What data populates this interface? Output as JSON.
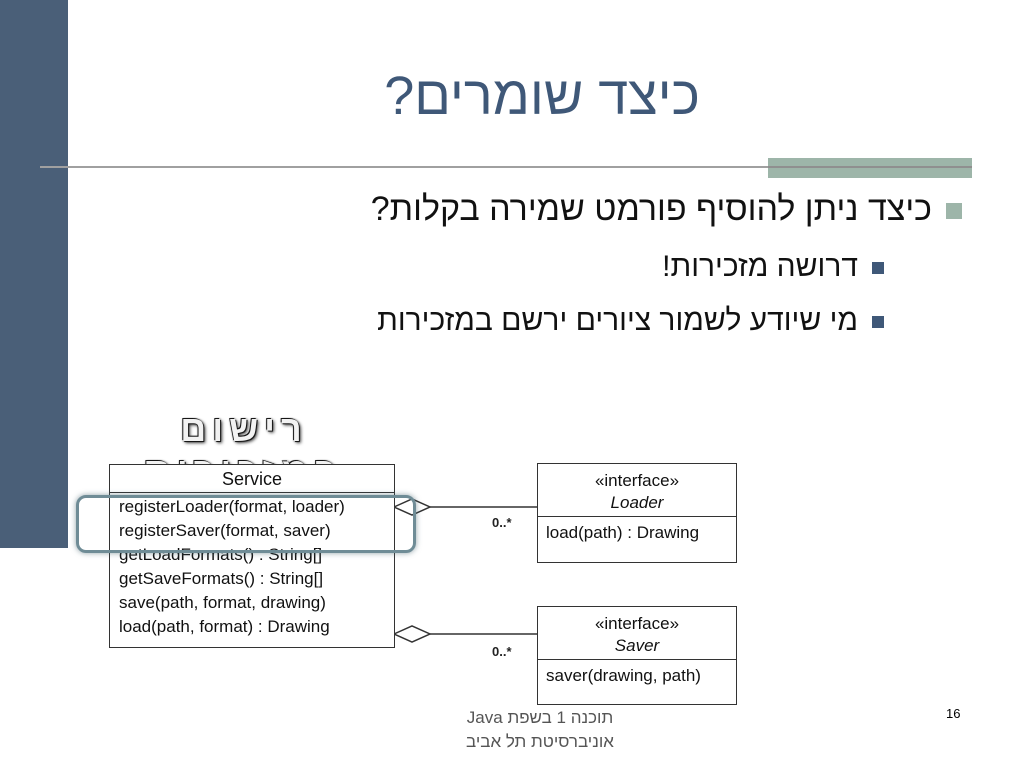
{
  "slide": {
    "title": "כיצד שומרים?",
    "bullets": [
      {
        "level": 1,
        "text": "כיצד ניתן להוסיף פורמט שמירה בקלות?"
      },
      {
        "level": 2,
        "text": "דרושה מזכירות!"
      },
      {
        "level": 2,
        "text": "מי שיודע לשמור ציורים ירשם במזכירות"
      }
    ],
    "diagram_label": "רישום במזכירות",
    "footer": {
      "line1": "תוכנה 1 בשפת Java",
      "line2": "אוניברסיטת תל אביב"
    },
    "page_number": "16",
    "colors": {
      "band": "#4a5f78",
      "title": "#3f5878",
      "accent": "#9db5a9"
    }
  },
  "uml": {
    "service": {
      "name": "Service",
      "methods": [
        "registerLoader(format, loader)",
        "registerSaver(format, saver)",
        "getLoadFormats() : String[]",
        "getSaveFormats() : String[]",
        "save(path, format, drawing)",
        "load(path, format) : Drawing"
      ]
    },
    "loader": {
      "stereotype": "«interface»",
      "name": "Loader",
      "operation": "load(path) : Drawing",
      "multiplicity": "0..*"
    },
    "saver": {
      "stereotype": "«interface»",
      "name": "Saver",
      "operation": "saver(drawing, path)",
      "multiplicity": "0..*"
    }
  }
}
